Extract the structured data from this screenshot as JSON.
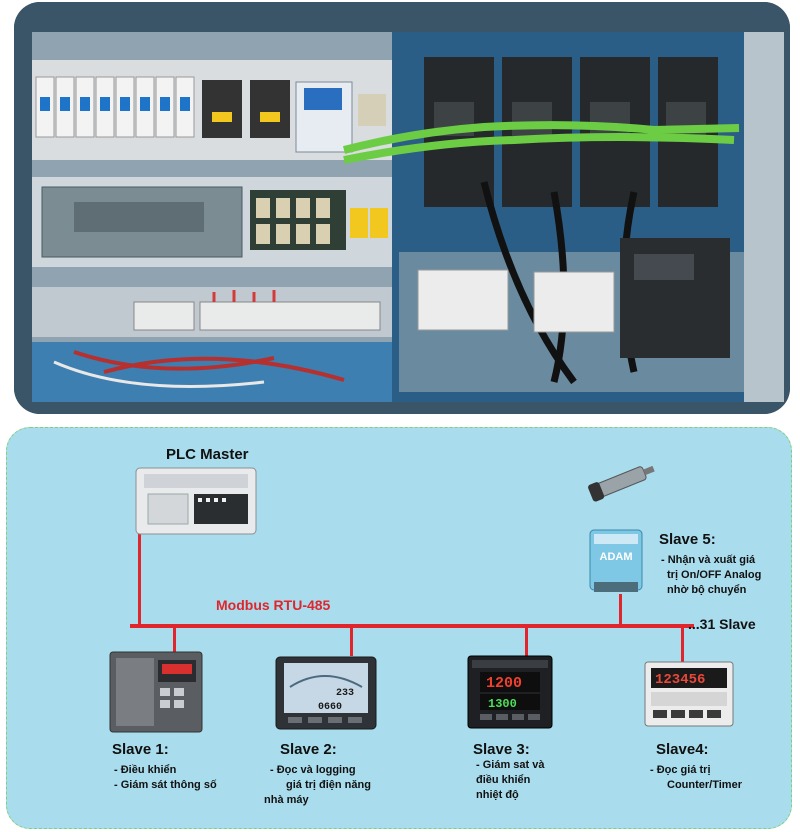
{
  "master": {
    "label": "PLC Master"
  },
  "bus": {
    "label": "Modbus RTU-485",
    "more_label": "...31 Slave",
    "color": "#e0262c"
  },
  "slaves": [
    {
      "title": "Slave 1:",
      "lines": [
        "- Điều khiển",
        "- Giám sát thông số"
      ]
    },
    {
      "title": "Slave 2:",
      "lines": [
        "- Đọc và logging",
        "giá trị điện năng",
        "nhà máy"
      ]
    },
    {
      "title": "Slave 3:",
      "lines": [
        "- Giám sat và",
        "điều khiển",
        "nhiệt độ"
      ]
    },
    {
      "title": "Slave4:",
      "lines": [
        "- Đọc giá trị",
        "Counter/Timer"
      ]
    },
    {
      "title": "Slave 5:",
      "lines": [
        "- Nhận và xuất giá",
        "trị On/OFF Analog",
        "nhờ bộ chuyển"
      ]
    }
  ],
  "devices": {
    "meter_reading": "233",
    "meter_reading_2": "0660",
    "temp_pv": "1200",
    "temp_sv": "1300",
    "counter_value": "123456",
    "adam_label": "ADAM"
  }
}
